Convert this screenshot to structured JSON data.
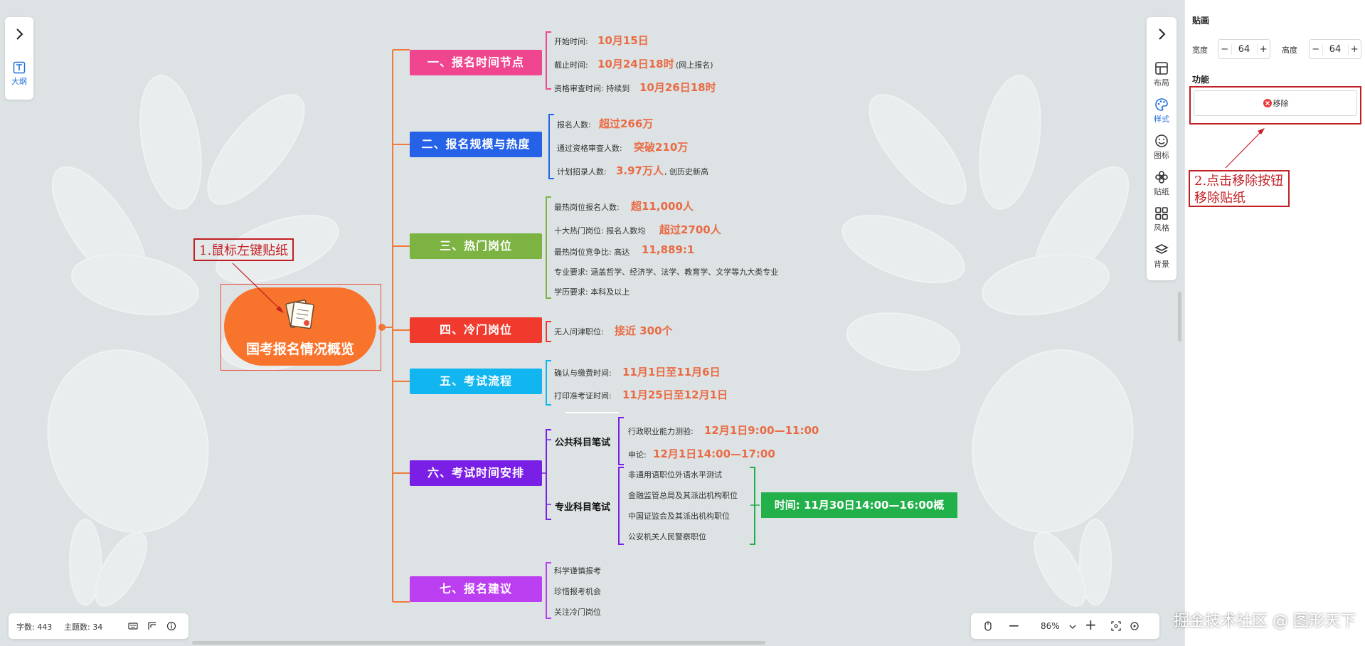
{
  "left_panel": {
    "expand_icon": "chevron-right",
    "outline_label": "大纲"
  },
  "toolbar": {
    "items": [
      {
        "label": "布局",
        "icon": "layout-icon",
        "active": false
      },
      {
        "label": "样式",
        "icon": "palette-icon",
        "active": true
      },
      {
        "label": "图标",
        "icon": "smile-icon",
        "active": false
      },
      {
        "label": "贴纸",
        "icon": "sticker-icon",
        "active": false
      },
      {
        "label": "风格",
        "icon": "grid-icon",
        "active": false
      },
      {
        "label": "背景",
        "icon": "layers-icon",
        "active": false
      }
    ]
  },
  "right_panel": {
    "section_title": "贴画",
    "width_label": "宽度",
    "width_value": "64",
    "height_label": "高度",
    "height_value": "64",
    "function_title": "功能",
    "remove_label": "移除"
  },
  "callouts": {
    "step1": "1.鼠标左键贴纸",
    "step2_line1": "2.点击移除按钮",
    "step2_line2": "移除贴纸"
  },
  "mindmap": {
    "root": "国考报名情况概览",
    "topics": [
      {
        "title": "一、报名时间节点",
        "color": "#f0468f"
      },
      {
        "title": "二、报名规模与热度",
        "color": "#2562e8"
      },
      {
        "title": "三、热门岗位",
        "color": "#7cb342"
      },
      {
        "title": "四、冷门岗位",
        "color": "#f03a2e"
      },
      {
        "title": "五、考试流程",
        "color": "#11b5ef"
      },
      {
        "title": "六、考试时间安排",
        "color": "#7a1fe6"
      },
      {
        "title": "七、报名建议",
        "color": "#bb3ff0"
      }
    ],
    "t1": [
      {
        "label": "开始时间:",
        "value": "10月15日"
      },
      {
        "label": "截止时间:",
        "value": "10月24日18时",
        "note": "(网上报名)"
      },
      {
        "label": "资格审查时间: 持续到",
        "value": "10月26日18时"
      }
    ],
    "t2": [
      {
        "label": "报名人数:",
        "value": "超过266万"
      },
      {
        "label": "通过资格审查人数:",
        "value": "突破210万"
      },
      {
        "label": "计划招录人数:",
        "value": "3.97万人",
        "note": ", 创历史新高"
      }
    ],
    "t3": [
      {
        "label": "最热岗位报名人数:",
        "value": "超11,000人"
      },
      {
        "label": "十大热门岗位: 报名人数均",
        "value": "超过2700人"
      },
      {
        "label": "最热岗位竞争比: 高达",
        "value": "11,889:1"
      },
      {
        "label": "专业要求: 涵盖哲学、经济学、法学、教育学、文学等九大类专业"
      },
      {
        "label": "学历要求: 本科及以上"
      }
    ],
    "t4": [
      {
        "label": "无人问津职位:",
        "value": "接近 300个"
      }
    ],
    "t5": [
      {
        "label": "确认与缴费时间:",
        "value": "11月1日至11月6日"
      },
      {
        "label": "打印准考证时间:",
        "value": "11月25日至12月1日"
      }
    ],
    "t6": {
      "public_label": "公共科目笔试",
      "public_items": [
        {
          "label": "行政职业能力测验:",
          "value": "12月1日9:00—11:00"
        },
        {
          "label": "申论:",
          "value": "12月1日14:00—17:00"
        }
      ],
      "special_label": "专业科目笔试",
      "special_items": [
        "非通用语职位外语水平测试",
        "金融监管总局及其派出机构职位",
        "中国证监会及其派出机构职位",
        "公安机关人民警察职位"
      ],
      "special_time": "时间: 11月30日14:00—16:00概"
    },
    "t7": [
      "科学谨慎报考",
      "珍惜报考机会",
      "关注冷门岗位"
    ]
  },
  "status_bar": {
    "word_count": "字数: 443",
    "topic_count": "主题数: 34"
  },
  "zoom": {
    "value": "86%"
  },
  "watermark": "掘金技术社区 @ 图形天下"
}
